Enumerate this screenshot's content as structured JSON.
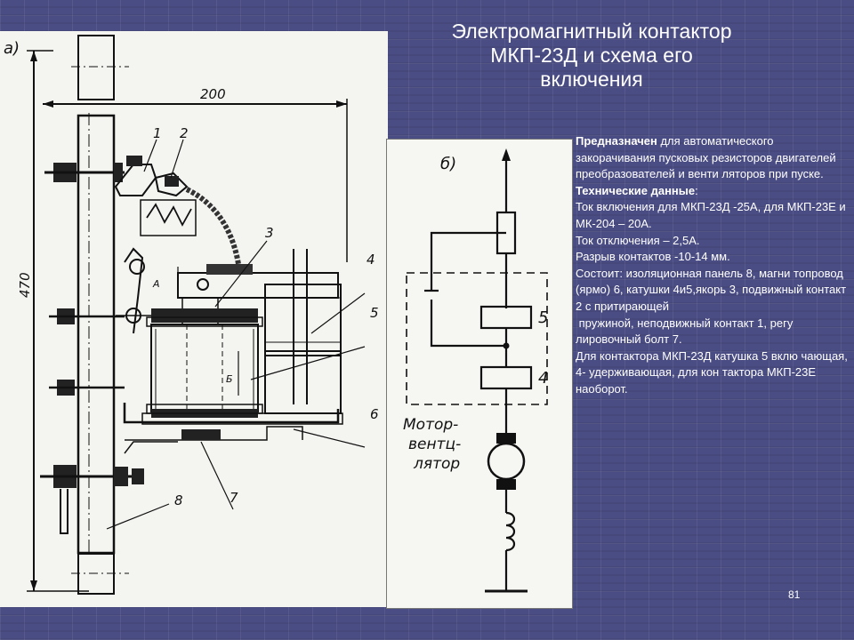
{
  "slide": {
    "title_lines": [
      "Электромагнитный контактор",
      "МКП-23Д и схема его",
      "включения"
    ],
    "page_number": "81"
  },
  "figure_a": {
    "panel_label": "а)",
    "dimension_width": "200",
    "dimension_height": "470",
    "callouts": [
      "1",
      "2",
      "3",
      "4",
      "5",
      "6",
      "7",
      "8"
    ],
    "gap_label_a": "А",
    "gap_label_b": "Б"
  },
  "figure_b": {
    "panel_label": "б)",
    "coil_labels": [
      "5",
      "4"
    ],
    "motor_label_lines": [
      "Мотор-",
      "вентц-",
      "лятор"
    ]
  },
  "description": {
    "purpose_heading": "Предназначен",
    "purpose_text": " для автоматического закорачивания пусковых резисторов двигателей преобразователей и венти ляторов при пуске.",
    "specs_heading": "Технические данные",
    "specs_colon": ":",
    "lines": [
      "Ток включения для МКП-23Д -25А, для МКП-23Е и МК-204 – 20А.",
      "Ток отключения – 2,5А.",
      "Разрыв контактов -10-14 мм.",
      "Состоит: изоляционная панель 8, магни топровод (ярмо) 6, катушки 4и5,якорь 3, подвижный контакт 2 с притирающей",
      " пружиной, неподвижный контакт 1, регу лировочный болт 7.",
      "Для контактора МКП-23Д катушка 5 вклю чающая,  4- удерживающая, для кон тактора МКП-23Е наоборот."
    ]
  }
}
